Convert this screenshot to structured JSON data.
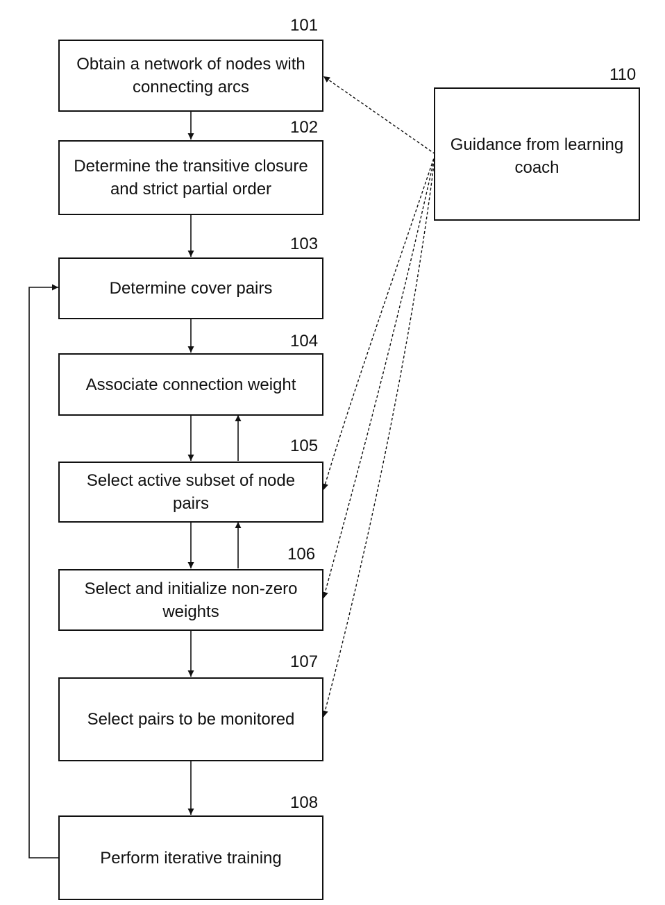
{
  "steps": [
    {
      "num": "101",
      "label": "Obtain a network of nodes with connecting arcs"
    },
    {
      "num": "102",
      "label": "Determine the transitive closure and strict partial order"
    },
    {
      "num": "103",
      "label": "Determine cover pairs"
    },
    {
      "num": "104",
      "label": "Associate connection weight"
    },
    {
      "num": "105",
      "label": "Select active subset of node pairs"
    },
    {
      "num": "106",
      "label": "Select and initialize non-zero weights"
    },
    {
      "num": "107",
      "label": "Select pairs to be monitored"
    },
    {
      "num": "108",
      "label": "Perform iterative training"
    }
  ],
  "coach": {
    "num": "110",
    "label": "Guidance from learning coach"
  }
}
